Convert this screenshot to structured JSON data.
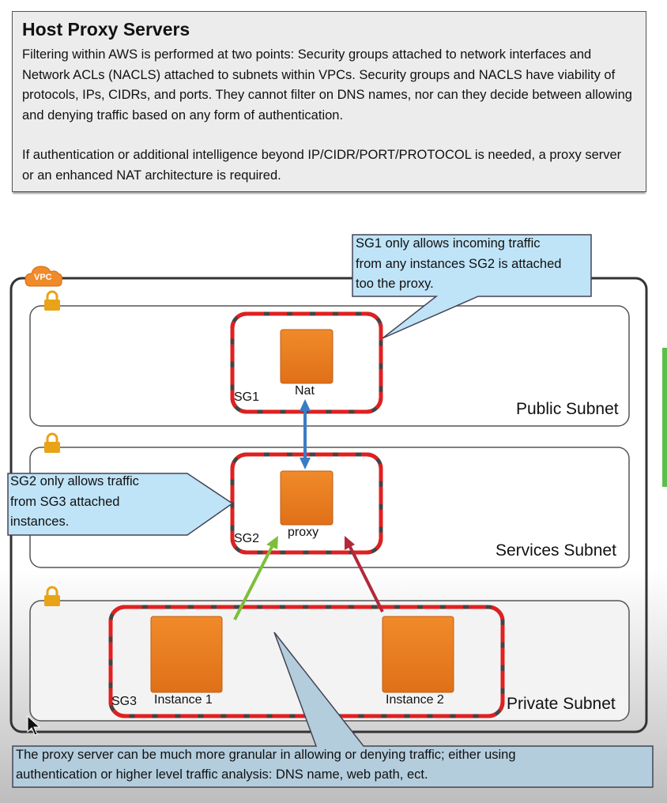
{
  "info": {
    "title": "Host Proxy Servers",
    "paragraph1": "Filtering within AWS is performed at two points: Security groups attached to network interfaces and Network ACLs (NACLS) attached to subnets within VPCs. Security groups and NACLS have viability of protocols, IPs, CIDRs, and ports. They cannot filter on DNS names, nor can they decide between allowing and denying traffic based on any form of authentication.",
    "paragraph2": "If authentication or additional intelligence beyond IP/CIDR/PORT/PROTOCOL is needed, a proxy server or an enhanced NAT architecture is required."
  },
  "diagram": {
    "vpc_label": "VPC",
    "subnets": {
      "public": "Public Subnet",
      "services": "Services Subnet",
      "private": "Private Subnet"
    },
    "security_groups": {
      "sg1": "SG1",
      "sg2": "SG2",
      "sg3": "SG3"
    },
    "nodes": {
      "nat": "Nat",
      "proxy": "proxy",
      "instance1": "Instance 1",
      "instance2": "Instance 2"
    },
    "callouts": {
      "sg1": [
        "SG1 only allows incoming traffic",
        "from any instances SG2 is attached",
        "too the proxy."
      ],
      "sg2": [
        "SG2 only allows traffic",
        "from SG3 attached",
        "instances."
      ],
      "bottom": [
        "The proxy server can be much more granular in allowing or denying traffic; either using",
        "authentication or higher level traffic analysis: DNS name, web path, ect."
      ]
    },
    "colors": {
      "instance_fill": "#ed7c1e",
      "sg_border": "#e02020",
      "callout_fill": "#bfe3f7",
      "arrow_nat_proxy": "#3a7cc4",
      "arrow_instance1": "#7dbf3a",
      "arrow_instance2": "#b3283b",
      "lock": "#e8a317"
    }
  }
}
